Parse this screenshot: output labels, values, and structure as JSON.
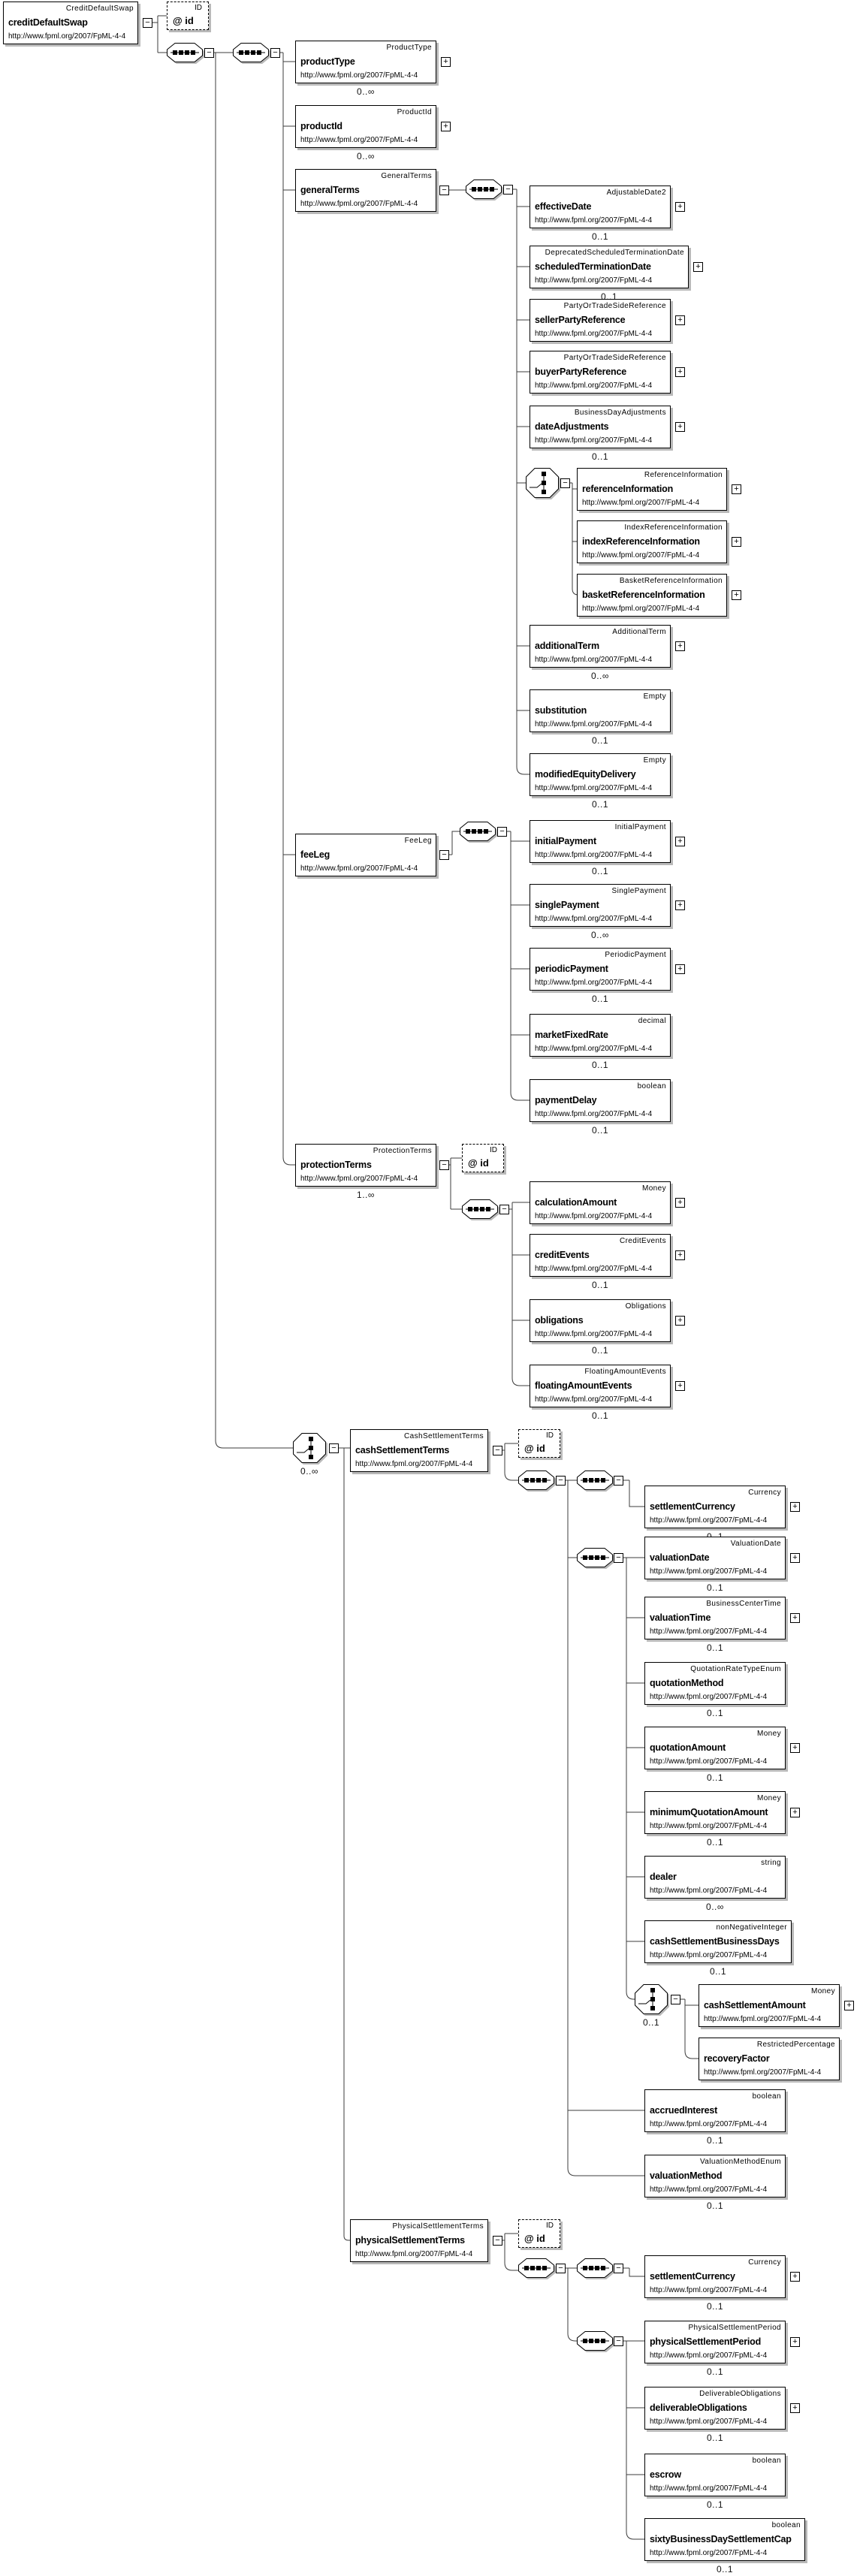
{
  "namespace": "http://www.fpml.org/2007/FpML-4-4",
  "icons": {
    "collapse_glyph": "−",
    "expand_glyph": "+",
    "sequence-icon": "octagon with dashed connector squares",
    "choice-icon": "octagon with switch branch",
    "attribute_marker": "@"
  },
  "nodes": [
    {
      "name": "creditDefaultSwap",
      "type": "CreditDefaultSwap"
    },
    {
      "name": "@ id",
      "type": "ID"
    },
    {
      "name": "productType",
      "type": "ProductType",
      "card": "0..∞"
    },
    {
      "name": "productId",
      "type": "ProductId",
      "card": "0..∞"
    },
    {
      "name": "generalTerms",
      "type": "GeneralTerms"
    },
    {
      "name": "effectiveDate",
      "type": "AdjustableDate2",
      "card": "0..1"
    },
    {
      "name": "scheduledTerminationDate",
      "type": "DeprecatedScheduledTerminationDate",
      "card": "0..1"
    },
    {
      "name": "sellerPartyReference",
      "type": "PartyOrTradeSideReference"
    },
    {
      "name": "buyerPartyReference",
      "type": "PartyOrTradeSideReference"
    },
    {
      "name": "dateAdjustments",
      "type": "BusinessDayAdjustments",
      "card": "0..1"
    },
    {
      "name": "referenceInformation",
      "type": "ReferenceInformation"
    },
    {
      "name": "indexReferenceInformation",
      "type": "IndexReferenceInformation"
    },
    {
      "name": "basketReferenceInformation",
      "type": "BasketReferenceInformation"
    },
    {
      "name": "additionalTerm",
      "type": "AdditionalTerm",
      "card": "0..∞"
    },
    {
      "name": "substitution",
      "type": "Empty",
      "card": "0..1"
    },
    {
      "name": "modifiedEquityDelivery",
      "type": "Empty",
      "card": "0..1"
    },
    {
      "name": "feeLeg",
      "type": "FeeLeg"
    },
    {
      "name": "initialPayment",
      "type": "InitialPayment",
      "card": "0..1"
    },
    {
      "name": "singlePayment",
      "type": "SinglePayment",
      "card": "0..∞"
    },
    {
      "name": "periodicPayment",
      "type": "PeriodicPayment",
      "card": "0..1"
    },
    {
      "name": "marketFixedRate",
      "type": "decimal",
      "card": "0..1"
    },
    {
      "name": "paymentDelay",
      "type": "boolean",
      "card": "0..1"
    },
    {
      "name": "protectionTerms",
      "type": "ProtectionTerms",
      "card": "1..∞"
    },
    {
      "name": "@ id",
      "type": "ID"
    },
    {
      "name": "calculationAmount",
      "type": "Money"
    },
    {
      "name": "creditEvents",
      "type": "CreditEvents",
      "card": "0..1"
    },
    {
      "name": "obligations",
      "type": "Obligations",
      "card": "0..1"
    },
    {
      "name": "floatingAmountEvents",
      "type": "FloatingAmountEvents",
      "card": "0..1"
    },
    {
      "name": "cashSettlementTerms",
      "type": "CashSettlementTerms"
    },
    {
      "name": "@ id",
      "type": "ID"
    },
    {
      "name": "settlementCurrency",
      "type": "Currency",
      "card": "0..1"
    },
    {
      "name": "valuationDate",
      "type": "ValuationDate",
      "card": "0..1"
    },
    {
      "name": "valuationTime",
      "type": "BusinessCenterTime",
      "card": "0..1"
    },
    {
      "name": "quotationMethod",
      "type": "QuotationRateTypeEnum",
      "card": "0..1"
    },
    {
      "name": "quotationAmount",
      "type": "Money",
      "card": "0..1"
    },
    {
      "name": "minimumQuotationAmount",
      "type": "Money",
      "card": "0..1"
    },
    {
      "name": "dealer",
      "type": "string",
      "card": "0..∞"
    },
    {
      "name": "cashSettlementBusinessDays",
      "type": "nonNegativeInteger",
      "card": "0..1"
    },
    {
      "name": "cashSettlementAmount",
      "type": "Money"
    },
    {
      "name": "recoveryFactor",
      "type": "RestrictedPercentage"
    },
    {
      "name": "accruedInterest",
      "type": "boolean",
      "card": "0..1"
    },
    {
      "name": "valuationMethod",
      "type": "ValuationMethodEnum",
      "card": "0..1"
    },
    {
      "name": "physicalSettlementTerms",
      "type": "PhysicalSettlementTerms"
    },
    {
      "name": "@ id",
      "type": "ID"
    },
    {
      "name": "settlementCurrency",
      "type": "Currency",
      "card": "0..1"
    },
    {
      "name": "physicalSettlementPeriod",
      "type": "PhysicalSettlementPeriod",
      "card": "0..1"
    },
    {
      "name": "deliverableObligations",
      "type": "DeliverableObligations",
      "card": "0..1"
    },
    {
      "name": "escrow",
      "type": "boolean",
      "card": "0..1"
    },
    {
      "name": "sixtyBusinessDaySettlementCap",
      "type": "boolean",
      "card": "0..1"
    }
  ],
  "groups": {
    "settlement_choice_card": "0..∞",
    "cash_amount_choice_card": "0..1"
  }
}
